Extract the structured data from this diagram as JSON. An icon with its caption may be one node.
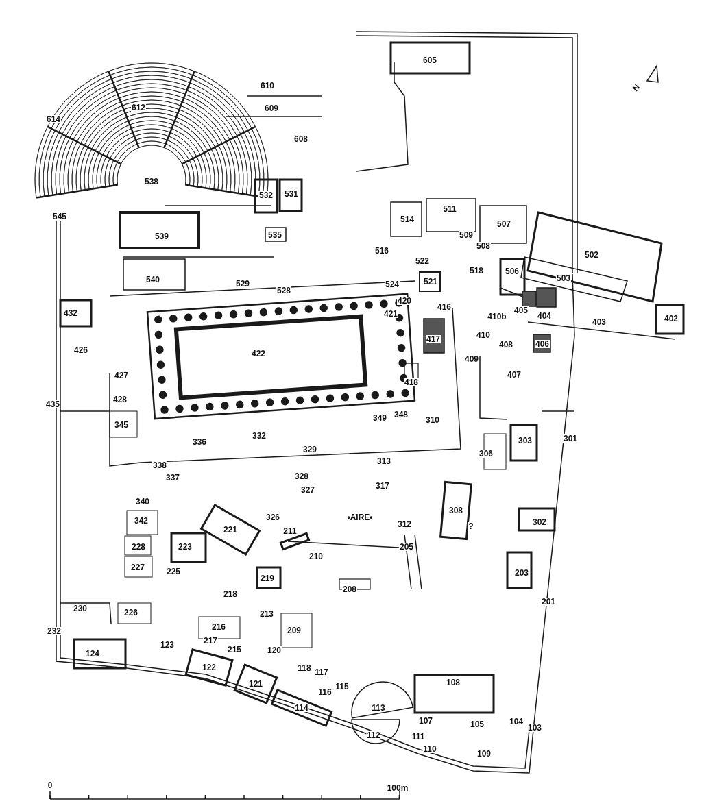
{
  "diagram": {
    "labels": [
      "605",
      "610",
      "N",
      "612",
      "609",
      "614",
      "608",
      "538",
      "532",
      "531",
      "545",
      "514",
      "511",
      "507",
      "539",
      "535",
      "509",
      "508",
      "502",
      "516",
      "522",
      "540",
      "529",
      "528",
      "518",
      "506",
      "521",
      "503",
      "524",
      "420",
      "421",
      "416",
      "410b",
      "405",
      "404",
      "403",
      "402",
      "432",
      "422",
      "417",
      "410",
      "408",
      "406",
      "409",
      "426",
      "407",
      "418",
      "427",
      "428",
      "435",
      "349",
      "348",
      "310",
      "345",
      "332",
      "336",
      "303",
      "301",
      "306",
      "329",
      "313",
      "338",
      "337",
      "328",
      "317",
      "327",
      "340",
      "308",
      "326",
      "•AIRE•",
      "342",
      "312",
      "211",
      "302",
      "221",
      "?",
      "228",
      "223",
      "205",
      "210",
      "227",
      "225",
      "203",
      "219",
      "218",
      "208",
      "201",
      "230",
      "226",
      "213",
      "232",
      "216",
      "209",
      "123",
      "217",
      "215",
      "120",
      "124",
      "122",
      "118",
      "117",
      "108",
      "115",
      "116",
      "121",
      "114",
      "113",
      "107",
      "105",
      "104",
      "103",
      "112",
      "111",
      "110",
      "109",
      "0",
      "100m"
    ]
  }
}
